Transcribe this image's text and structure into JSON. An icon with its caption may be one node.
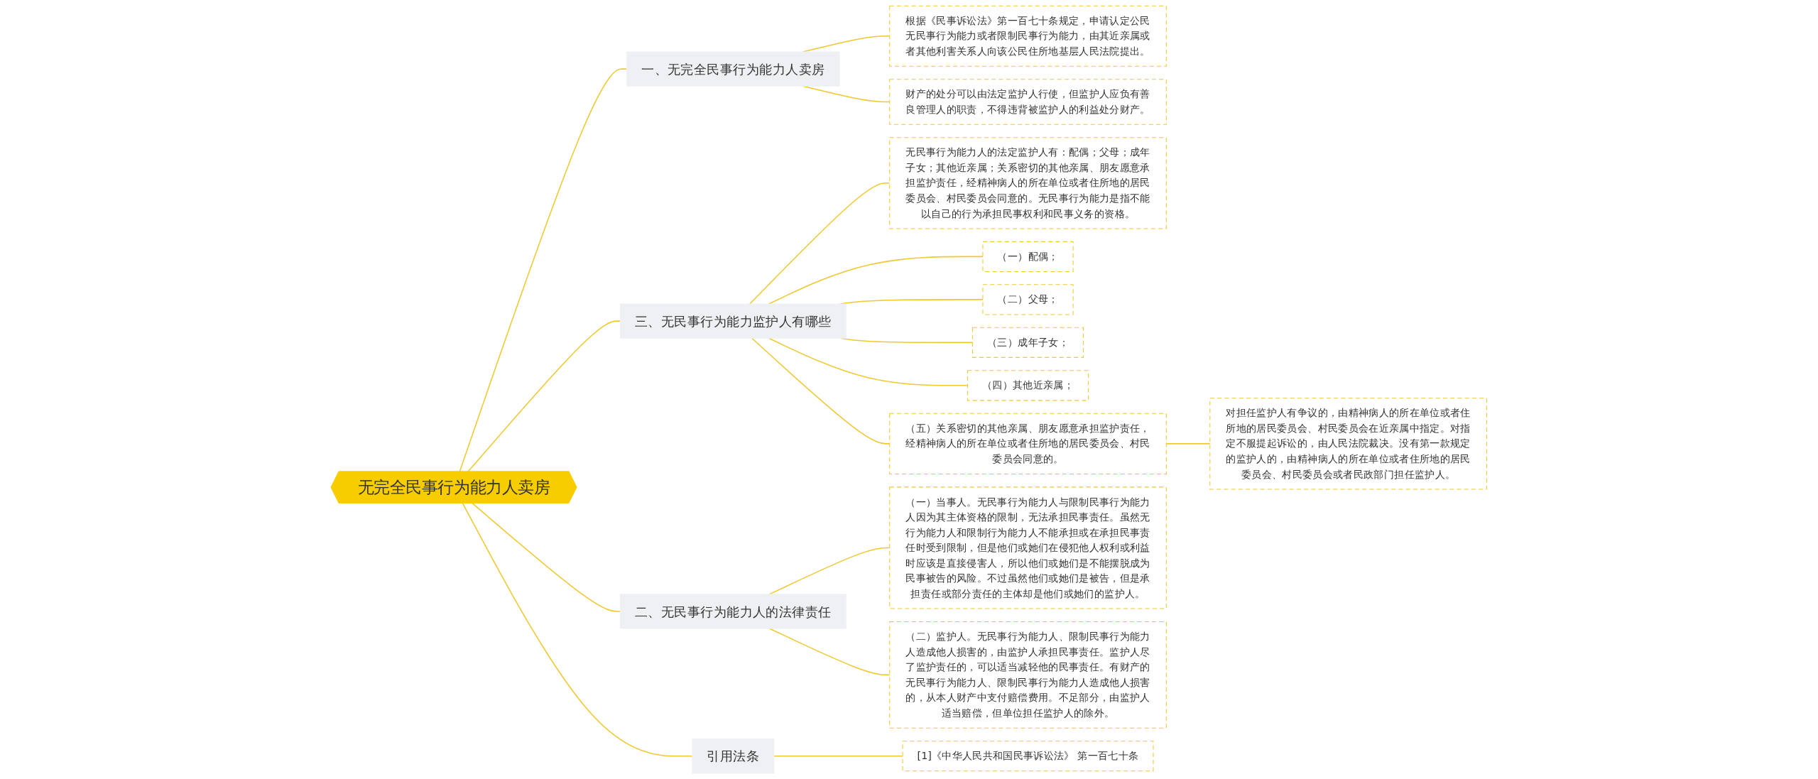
{
  "diagram": {
    "nodes": [
      {
        "text": [
          "无完全民事行为能力人卖房"
        ]
      },
      {
        "text": [
          "一、无完全民事行为能力人卖房"
        ]
      },
      {
        "text": [
          "根据《民事诉讼法》第一百七十条规定，申请认定公民无民事行为能力或者限制民事行为能力，由其近亲属或者其他利害关系人向该公民住所地基层人民法院提出。"
        ]
      },
      {
        "text": [
          "财产的处分可以由法定监护人行使，但监护人应负有善良管理人的职责，不得违背被监护人的利益处分财产。"
        ]
      },
      {
        "text": [
          "三、无民事行为能力监护人有哪些"
        ]
      },
      {
        "text": [
          "无民事行为能力人的法定监护人有：配偶；父母；成年子女；其他近亲属；关系密切的其他亲属、朋友愿意承担监护责任，经精神病人的所在单位或者住所地的居民委员会、村民委员会同意的。无民事行为能力是指不能以自己的行为承担民事权利和民事义务的资格。"
        ]
      },
      {
        "text": [
          "（一）配偶；"
        ]
      },
      {
        "text": [
          "（二）父母；"
        ]
      },
      {
        "text": [
          "（三）成年子女；"
        ]
      },
      {
        "text": [
          "（四）其他近亲属；"
        ]
      },
      {
        "text": [
          "（五）关系密切的其他亲属、朋友愿意承担监护责任，经精神病人的所在单位或者住所地的居民委员会、村民委员会同意的。"
        ]
      },
      {
        "text": [
          "对担任监护人有争议的，由精神病人的所在单位或者住所地的居民委员会、村民委员会在近亲属中指定。对指定不服提起诉讼的，由人民法院裁决。没有第一款规定的监护人的，由精神病人的所在单位或者住所地的居民委员会、村民委员会或者民政部门担任监护人。"
        ]
      },
      {
        "text": [
          "二、无民事行为能力人的法律责任"
        ]
      },
      {
        "text": [
          "（一）当事人。无民事行为能力人与限制民事行为能力人因为其主体资格的限制，无法承担民事责任。虽然无行为能力人和限制行为能力人不能承担或在承担民事责任时受到限制，但是他们或她们在侵犯他人权利或利益时应该是直接侵害人，所以他们或她们是不能摆脱成为民事被告的风险。不过虽然他们或她们是被告，但是承担责任或部分责任的主体却是他们或她们的监护人。"
        ]
      },
      {
        "text": [
          "（二）监护人。无民事行为能力人、限制民事行为能力人造成他人损害的，由监护人承担民事责任。监护人尽了监护责任的，可以适当减轻他的民事责任。有财产的无民事行为能力人、限制民事行为能力人造成他人损害的，从本人财产中支付赔偿费用。不足部分，由监护人适当赔偿，但单位担任监护人的除外。"
        ]
      },
      {
        "text": [
          "引用法条"
        ]
      },
      {
        "text": [
          "[1]《中华人民共和国民事诉讼法》 第一百七十条"
        ]
      }
    ],
    "edges": [
      {
        "from": 0,
        "to": 1,
        "arrow": "none"
      },
      {
        "from": 1,
        "to": 2,
        "arrow": "none"
      },
      {
        "from": 1,
        "to": 3,
        "arrow": "none"
      },
      {
        "from": 0,
        "to": 4,
        "arrow": "none"
      },
      {
        "from": 4,
        "to": 5,
        "arrow": "none"
      },
      {
        "from": 4,
        "to": 6,
        "arrow": "none"
      },
      {
        "from": 4,
        "to": 7,
        "arrow": "none"
      },
      {
        "from": 4,
        "to": 8,
        "arrow": "none"
      },
      {
        "from": 4,
        "to": 9,
        "arrow": "none"
      },
      {
        "from": 4,
        "to": 10,
        "arrow": "none"
      },
      {
        "from": 10,
        "to": 11,
        "arrow": "none"
      },
      {
        "from": 0,
        "to": 12,
        "arrow": "none"
      },
      {
        "from": 12,
        "to": 13,
        "arrow": "none"
      },
      {
        "from": 12,
        "to": 14,
        "arrow": "none"
      },
      {
        "from": 0,
        "to": 15,
        "arrow": "none"
      },
      {
        "from": 15,
        "to": 16,
        "arrow": "none"
      }
    ]
  }
}
